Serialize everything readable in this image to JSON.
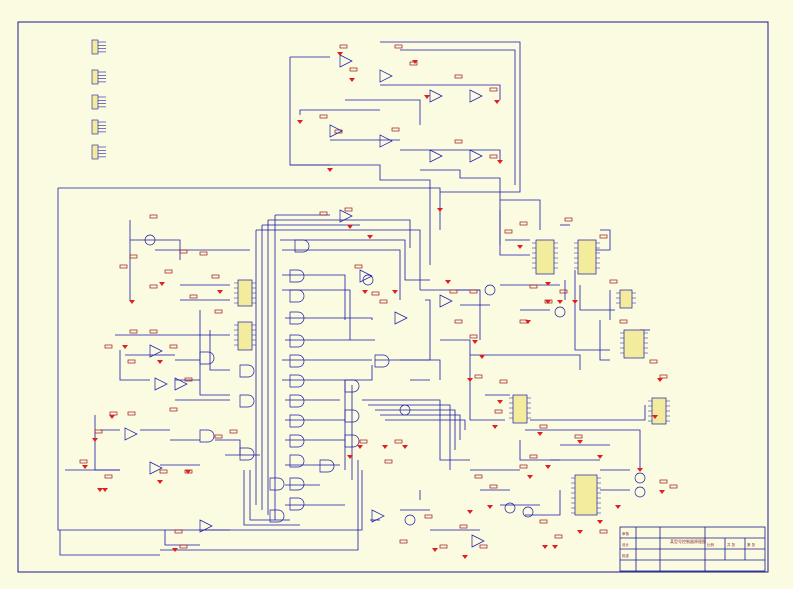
{
  "colors": {
    "paper": "#fbfbe2",
    "border": "#1a1a8c",
    "wire": "#1a1aa8",
    "component": "#9a1515",
    "ic_fill": "#f3ec9c",
    "power_arrow": "#e02020",
    "junction": "#2a2ad0",
    "title_text": "#8a2a2a"
  },
  "schematic": {
    "title_block": {
      "title": "某型号控制器原理图",
      "cells": [
        "审核",
        "设计",
        "批准",
        "比例",
        "共 张",
        "第 张"
      ]
    }
  }
}
